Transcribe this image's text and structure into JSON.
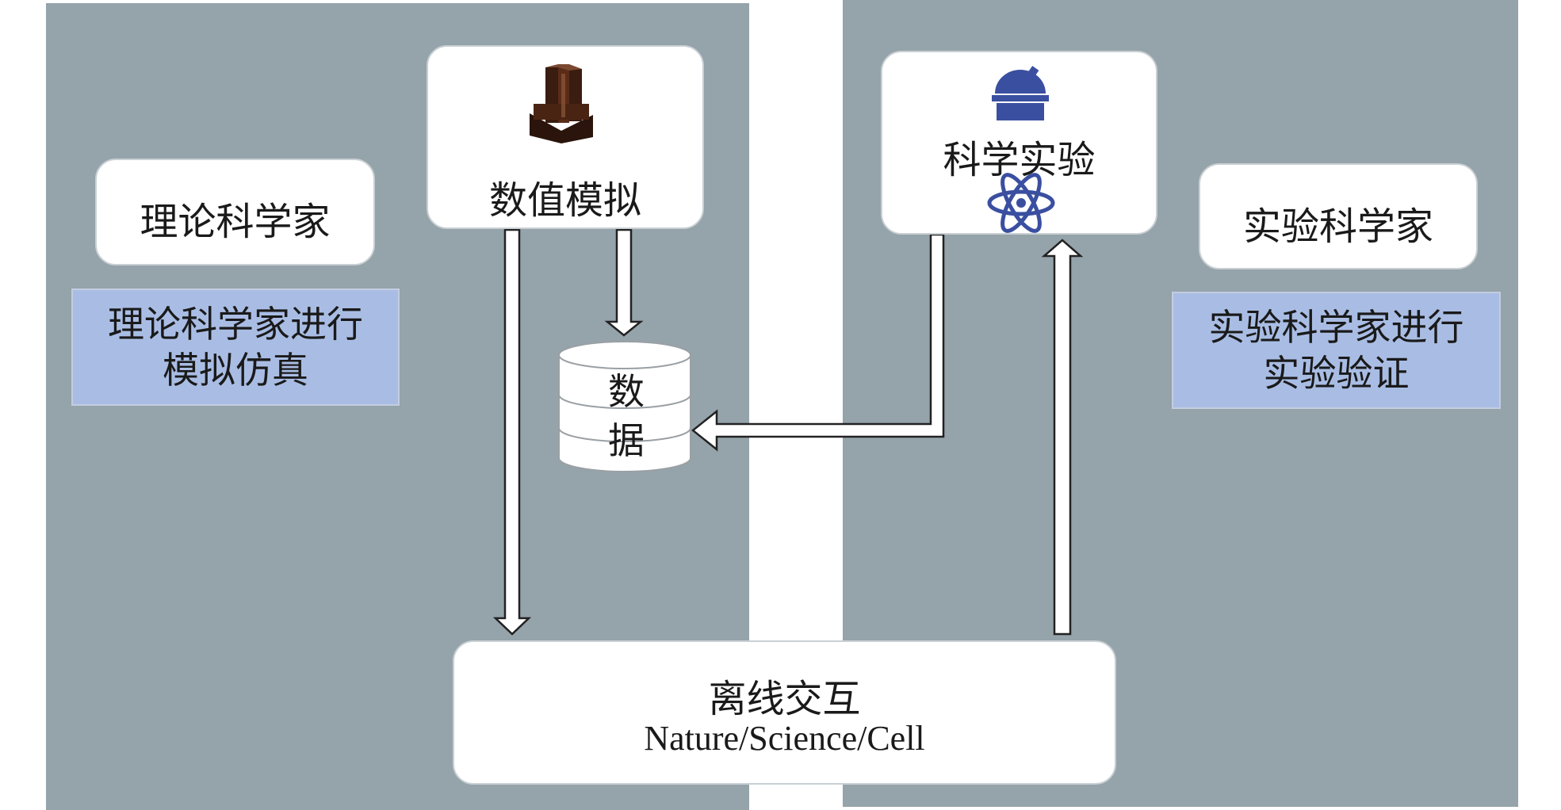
{
  "left_panel": {
    "role_title": "理论科学家",
    "description_line1": "理论科学家进行",
    "description_line2": "模拟仿真",
    "simulation_box": {
      "label": "数值模拟",
      "icon": "supercomputer-icon"
    }
  },
  "right_panel": {
    "role_title": "实验科学家",
    "description_line1": "实验科学家进行",
    "description_line2": "实验验证",
    "experiment_box": {
      "label": "科学实验",
      "icons": [
        "observatory-icon",
        "atom-icon"
      ]
    }
  },
  "database": {
    "char1": "数",
    "char2": "据"
  },
  "offline_box": {
    "title": "离线交互",
    "subtitle": "Nature/Science/Cell"
  },
  "colors": {
    "panel": "#95a3aa",
    "note": "#a9bde4",
    "box": "#ffffff",
    "accent_icon": "#3a4fa0"
  }
}
